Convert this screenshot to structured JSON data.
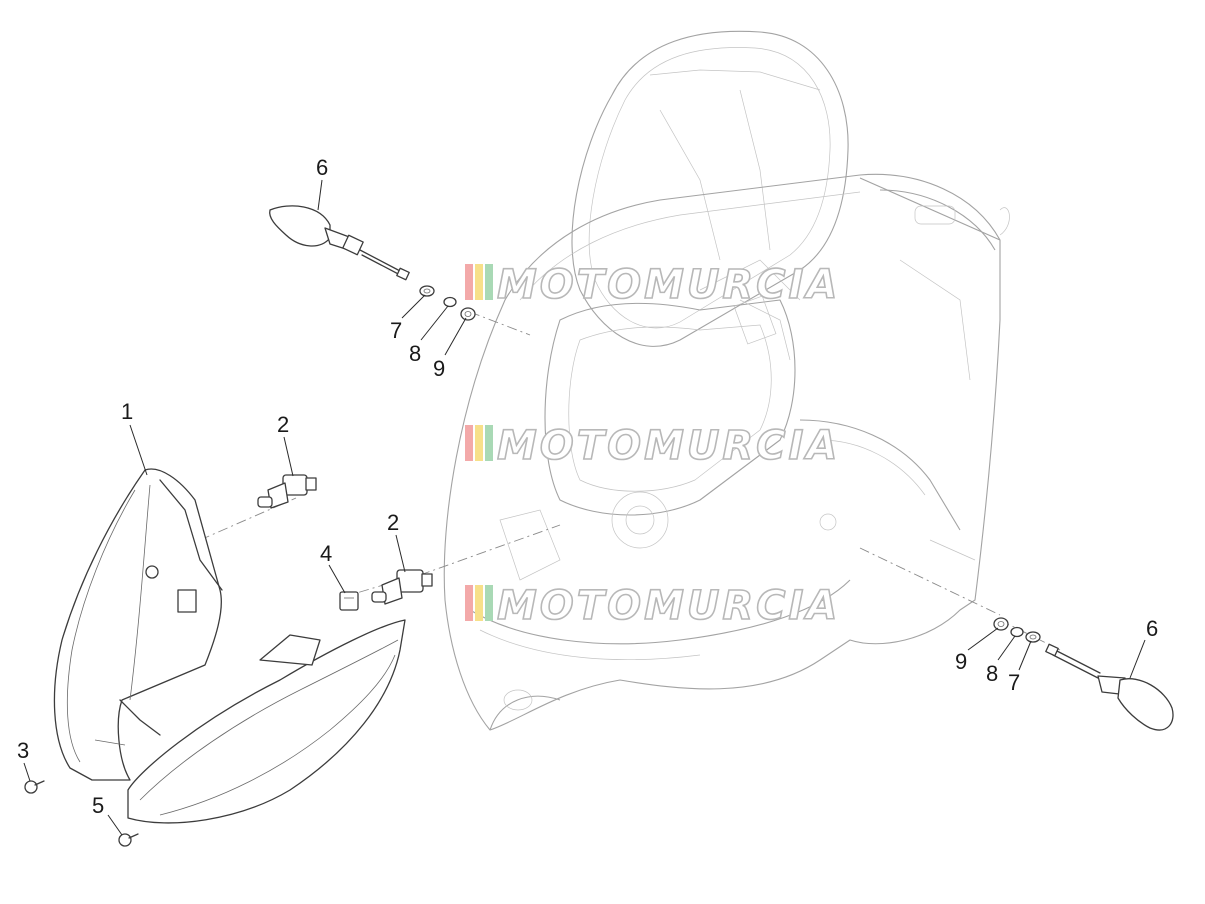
{
  "diagram": {
    "callouts": [
      {
        "id": "c1",
        "label": "1"
      },
      {
        "id": "c2a",
        "label": "2"
      },
      {
        "id": "c2b",
        "label": "2"
      },
      {
        "id": "c3",
        "label": "3"
      },
      {
        "id": "c4",
        "label": "4"
      },
      {
        "id": "c5",
        "label": "5"
      },
      {
        "id": "c6a",
        "label": "6"
      },
      {
        "id": "c6b",
        "label": "6"
      },
      {
        "id": "c7a",
        "label": "7"
      },
      {
        "id": "c7b",
        "label": "7"
      },
      {
        "id": "c8a",
        "label": "8"
      },
      {
        "id": "c8b",
        "label": "8"
      },
      {
        "id": "c9a",
        "label": "9"
      },
      {
        "id": "c9b",
        "label": "9"
      }
    ],
    "watermark": {
      "text": "MOTOMURCIA",
      "stripe_colors": [
        "#f3a9a9",
        "#f7e08a",
        "#a9d9b5"
      ]
    }
  }
}
